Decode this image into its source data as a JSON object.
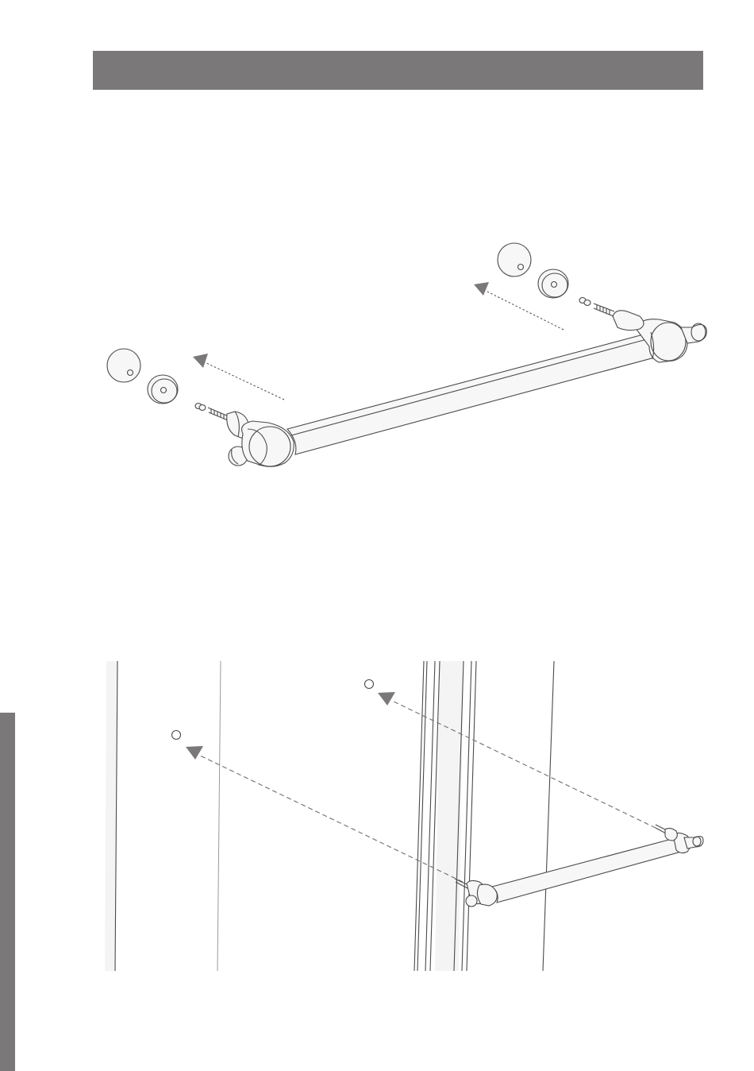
{
  "colors": {
    "band": "#7a7879",
    "line": "#4a4a4a",
    "arrow": "#7a7879",
    "part_fill": "#f7f7f7",
    "panel_fill": "#f4f4f4"
  },
  "figures": [
    {
      "id": "exploded-view",
      "parts": [
        "end-cap",
        "washer",
        "set-screw",
        "mounting-stud",
        "finial",
        "towel-bar"
      ]
    },
    {
      "id": "install-view",
      "parts": [
        "glass-panel",
        "door-frame",
        "mounting-hole",
        "towel-bar"
      ]
    }
  ]
}
